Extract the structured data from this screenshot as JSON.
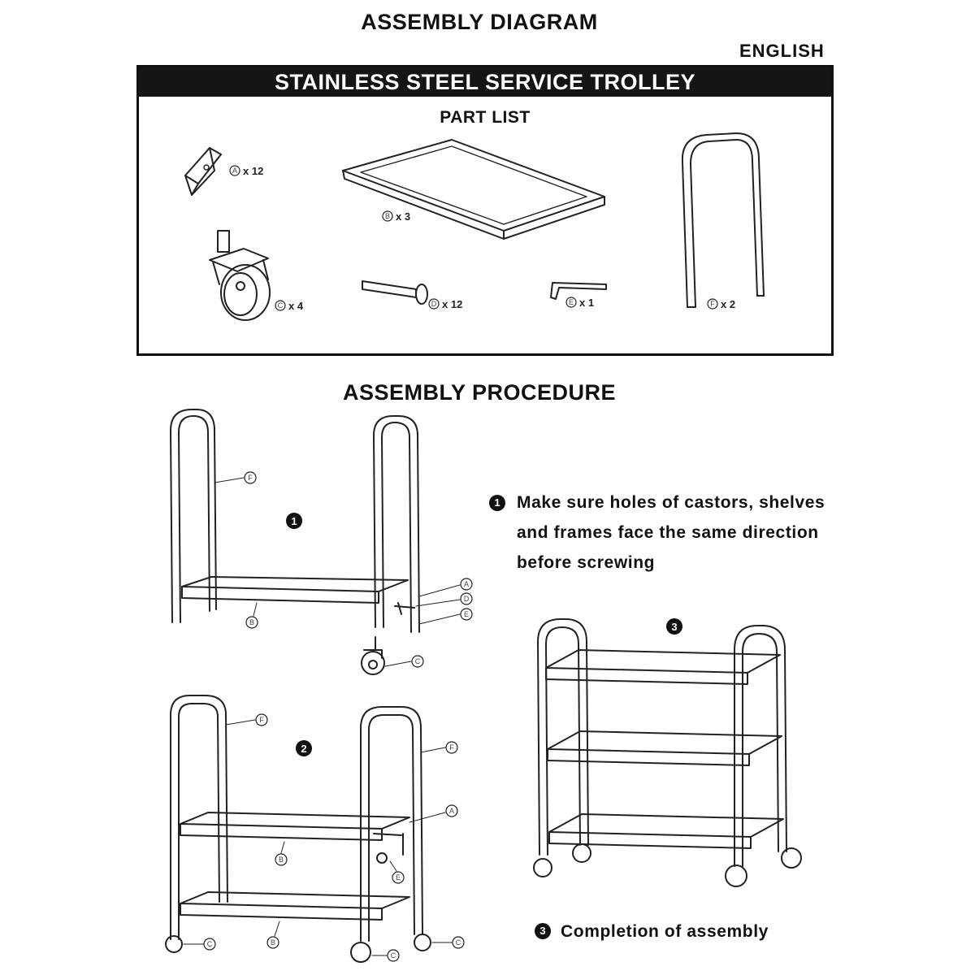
{
  "header": {
    "title": "ASSEMBLY DIAGRAM",
    "language": "ENGLISH"
  },
  "part_box": {
    "banner": "STAINLESS STEEL SERVICE TROLLEY",
    "part_list_title": "PART LIST",
    "parts": [
      {
        "letter": "A",
        "qty": "x 12",
        "icon": "bracket-icon"
      },
      {
        "letter": "B",
        "qty": "x 3",
        "icon": "shelf-icon"
      },
      {
        "letter": "F",
        "qty": "x 2",
        "icon": "frame-icon"
      },
      {
        "letter": "C",
        "qty": "x 4",
        "icon": "castor-icon"
      },
      {
        "letter": "D",
        "qty": "x 12",
        "icon": "bolt-icon"
      },
      {
        "letter": "E",
        "qty": "x 1",
        "icon": "allen-key-icon"
      }
    ]
  },
  "procedure": {
    "title": "ASSEMBLY PROCEDURE",
    "steps": [
      {
        "number": "1",
        "text": "Make sure holes of castors, shelves and frames face the same direction before screwing"
      },
      {
        "number": "2",
        "text": ""
      },
      {
        "number": "3",
        "text": "Completion of assembly"
      }
    ],
    "callouts": {
      "A": "A",
      "B": "B",
      "C": "C",
      "D": "D",
      "E": "E",
      "F": "F"
    }
  }
}
